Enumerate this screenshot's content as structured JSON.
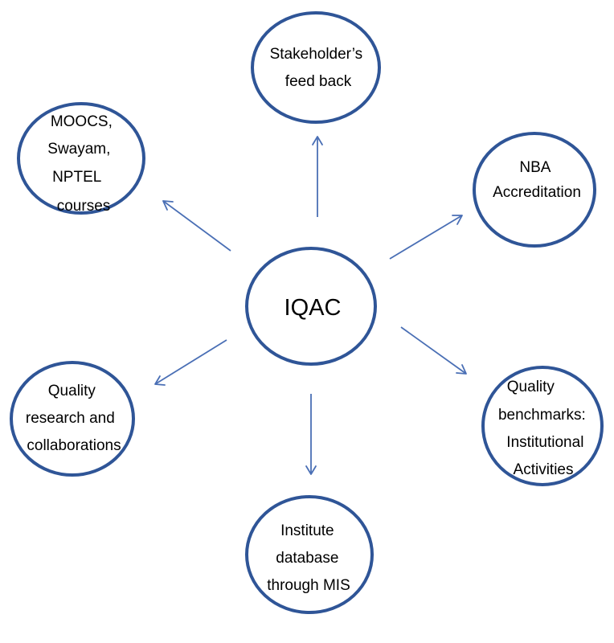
{
  "center": {
    "lines": [
      "IQAC"
    ]
  },
  "nodes": {
    "stakeholder": {
      "lines": [
        "Stakeholder’s",
        "feed back"
      ]
    },
    "nba": {
      "lines": [
        "NBA",
        "Accreditation"
      ]
    },
    "benchmarks": {
      "lines": [
        "Quality",
        "benchmarks:",
        "Institutional",
        "Activities"
      ]
    },
    "database": {
      "lines": [
        "Institute",
        "database",
        "through MIS"
      ]
    },
    "research": {
      "lines": [
        "Quality",
        "research and",
        "collaborations"
      ]
    },
    "moocs": {
      "lines": [
        "MOOCS,",
        "Swayam,",
        "NPTEL",
        "courses"
      ]
    }
  },
  "colors": {
    "node_outline": "#2f5597",
    "arrow": "#4a6fb5"
  }
}
